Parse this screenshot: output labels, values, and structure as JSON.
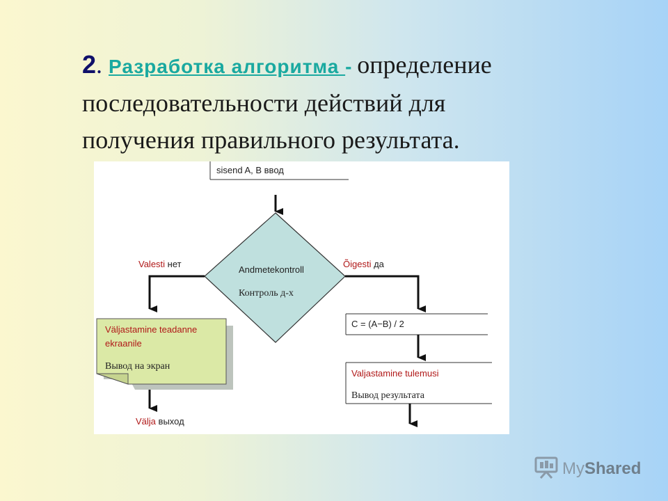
{
  "heading": {
    "number": "2",
    "dot": ". ",
    "link_text": "Разработка алгоритма ",
    "dash": "- ",
    "line1_rest": "определение",
    "line2": "последовательности действий для",
    "line3": "получения правильного результата."
  },
  "flowchart": {
    "input_label": "sisend A, B ввод",
    "decision_line1": "Andmetekontroll",
    "decision_line2": "Контроль д-х",
    "false_branch_en": "Valesti",
    "false_branch_ru": " нет",
    "true_branch_en": "Õigesti",
    "true_branch_ru": " да",
    "formula": "C = (A−B) / 2",
    "screen_output_line1": "Väljastamine teadanne",
    "screen_output_line2": "ekraanile",
    "screen_output_ru": "Вывод на экран",
    "result_output_en": "Valjastamine tulemusi",
    "result_output_ru": "Вывод результата",
    "exit_en": "Välja",
    "exit_ru": " выход"
  },
  "logo": {
    "my": "My",
    "shared": "Shared"
  }
}
